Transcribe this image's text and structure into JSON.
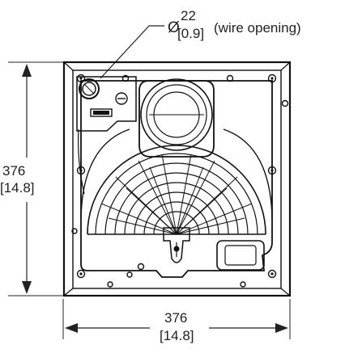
{
  "wire_opening": {
    "symbol": "Ø",
    "metric": "22",
    "imperial": "[0.9]",
    "note": "(wire opening)"
  },
  "height_dimension": {
    "metric": "376",
    "imperial": "[14.8]"
  },
  "width_dimension": {
    "metric": "376",
    "imperial": "[14.8]"
  }
}
